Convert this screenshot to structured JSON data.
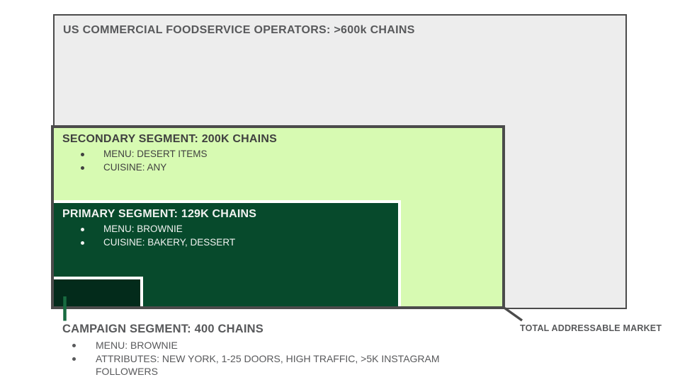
{
  "colors": {
    "page_background": "#ffffff",
    "outer_box_fill": "#ededed",
    "box_border_gray": "#4b4b4b",
    "secondary_fill": "#d7fab2",
    "primary_fill": "#074a2c",
    "campaign_fill": "#032b1b",
    "inner_box_border": "#ffffff",
    "connector_green": "#186b40",
    "gray_text": "#58595b",
    "dark_text": "#404040",
    "light_text": "#f0f2f0"
  },
  "segments": {
    "total": {
      "title": "US COMMERCIAL FOODSERVICE OPERATORS: >600k CHAINS"
    },
    "secondary": {
      "title": "SECONDARY SEGMENT: 200K CHAINS",
      "bullets": [
        "MENU: DESERT ITEMS",
        "CUISINE: ANY"
      ]
    },
    "primary": {
      "title": "PRIMARY SEGMENT: 129K CHAINS",
      "bullets": [
        "MENU: BROWNIE",
        "CUISINE: BAKERY, DESSERT"
      ]
    },
    "campaign": {
      "title": "CAMPAIGN SEGMENT: 400 CHAINS",
      "bullets": [
        "MENU: BROWNIE",
        "ATTRIBUTES: NEW YORK, 1-25 DOORS, HIGH TRAFFIC, >5K INSTAGRAM FOLLOWERS"
      ]
    }
  },
  "tam_label": "TOTAL ADDRESSABLE MARKET"
}
